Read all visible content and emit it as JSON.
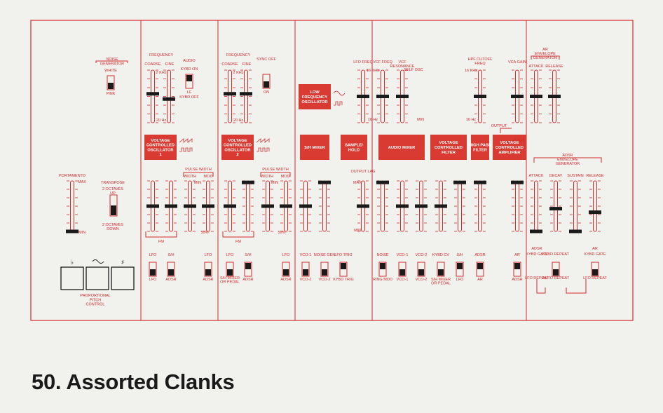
{
  "page_title": "50. Assorted Clanks",
  "colors": {
    "line": "#d42a2a",
    "box": "#d93a32",
    "knob": "#1a1a1a",
    "text": "#1a1a1a",
    "bg": "#f1f1ee"
  },
  "icons": {
    "sharp": "sharp-icon",
    "flat": "flat-icon",
    "tilde": "tilde-icon",
    "sawtooth": "sawtooth-wave-icon",
    "square": "square-wave-icon",
    "sine": "sine-wave-icon"
  },
  "modules": {
    "lfo": {
      "label": "LOW FREQUENCY OSCILLATOR"
    },
    "vco1": {
      "label": "VOLTAGE CONTROLLED OSCILLATOR 1"
    },
    "vco2": {
      "label": "VOLTAGE CONTROLLED OSCILLATOR 2"
    },
    "sh_mixer": {
      "label": "S/H MIXER"
    },
    "sample_hold": {
      "label": "SAMPLE/ HOLD"
    },
    "audio_mixer": {
      "label": "AUDIO MIXER"
    },
    "vcf": {
      "label": "VOLTAGE CONTROLLED FILTER"
    },
    "hpf": {
      "label": "HIGH PASS FILTER"
    },
    "vca": {
      "label": "VOLTAGE CONTROLLED AMPLIFIER"
    }
  },
  "labels": {
    "noise_generator": "NOISE GENERATOR",
    "white": "WHITE",
    "pink": "PINK",
    "portamento": "PORTAMENTO",
    "transpose": "TRANSPOSE",
    "two_oct_up": "2 OCTAVES UP",
    "two_oct_down": "2 OCTAVES DOWN",
    "max": "MAX",
    "min": "MIN",
    "proportional_pitch": "PROPORTIONAL PITCH CONTROL",
    "frequency": "FREQUENCY",
    "coarse": "COARSE",
    "fine": "FINE",
    "audio": "AUDIO",
    "kybd_on": "KYBD ON",
    "kybd_off": "KYBD OFF",
    "lf": "LF",
    "sync_off": "SYNC OFF",
    "on": "ON",
    "pulse_width": "PULSE WIDTH",
    "width": "WIDTH",
    "mod": "MOD",
    "fm": "FM",
    "lfo": "LFO",
    "sh": "S/H",
    "adsr": "ADSR",
    "sh_mixer_or_pedal": "S/H MIXER OR PEDAL",
    "lfo_freq": "LFO FREQ",
    "output_lag": "OUTPUT LAG",
    "vco1": "VCO-1",
    "vco2": "VCO-2",
    "noise_gen": "NOISE GEN",
    "lfo_trig": "LFO TRIG",
    "kybd_trig": "KYBD TRIG",
    "vcf_freq": "VCF FREQ",
    "vcf_resonance": "VCF RESONANCE",
    "self_osc": "SELF OSC",
    "noise": "NOISE",
    "ring_mod": "RING MOD",
    "kybd_cv": "KYBD CV",
    "hpf_cutoff": "HPF CUTOFF FREQ",
    "vca_gain": "VCA GAIN",
    "output": "OUTPUT",
    "ar_env": "AR ENVELOPE GENERATOR",
    "attack": "ATTACK",
    "release": "RELEASE",
    "adsr_env": "ADSR ENVELOPE GENERATOR",
    "decay": "DECAY",
    "sustain": "SUSTAIN",
    "kybd_gate": "KYBD GATE",
    "kybd_repeat": "KYBD REPEAT",
    "lfo_repeat": "LFO REPEAT",
    "auto_repeat": "AUTO REPEAT",
    "ar": "AR",
    "khz16": "16 KHz",
    "hz16": "16 Hz",
    "khz2": "2 KHz",
    "hz20": "20 Hz",
    "pct50": "50%"
  },
  "sliders": {
    "portamento": 0,
    "vco1_coarse": 0.55,
    "vco1_fine": 0.45,
    "vco2_coarse": 0.55,
    "vco2_fine": 0.55,
    "lfo_freq": 0.5,
    "vcf_freq": 0.5,
    "vcf_res": 0.5,
    "hpf_cutoff": 0.5,
    "vca_gain": 0.5,
    "ar_attack": 0.5,
    "ar_release": 0.5,
    "vco1_fm1": 0.5,
    "vco1_fm2": 0.5,
    "vco1_pw_width": 0.5,
    "vco1_pw_mod": 0.5,
    "vco2_fm1": 0.5,
    "vco2_fm2": 0.97,
    "vco2_pw_width": 0.5,
    "vco2_pw_mod": 0.5,
    "sh_vco1": 0.5,
    "sh_noise": 0.97,
    "output_lag": 0.5,
    "mix_noise": 0.97,
    "mix_vco1": 0.5,
    "mix_vco2": 0.5,
    "vcf_kybd": 0.5,
    "vcf_sh": 0.97,
    "vcf_adsr": 0.97,
    "vca_ar": 0.97,
    "adsr_attack": 0,
    "adsr_decay": 0.45,
    "adsr_sustain": 0,
    "adsr_release": 0.38
  }
}
